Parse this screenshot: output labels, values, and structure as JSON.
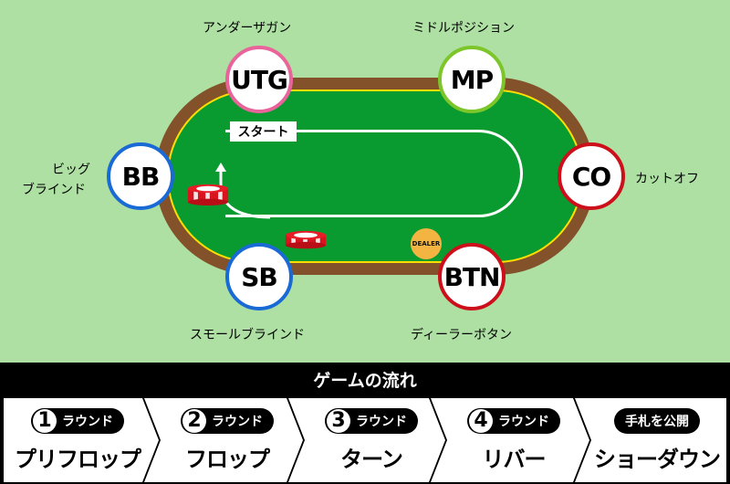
{
  "table": {
    "start_label": "スタート",
    "dealer_chip": "DEALER",
    "colors": {
      "background": "#ade0a2",
      "rail": "#83522b",
      "trim": "#ffde00",
      "felt": "#0a9b30"
    }
  },
  "seats": [
    {
      "code": "UTG",
      "label": "アンダーザガン",
      "color": "#e8649a"
    },
    {
      "code": "MP",
      "label": "ミドルポジション",
      "color": "#7cc62a"
    },
    {
      "code": "CO",
      "label": "カットオフ",
      "color": "#cc0f1a"
    },
    {
      "code": "BTN",
      "label": "ディーラーボタン",
      "color": "#cc0f1a"
    },
    {
      "code": "SB",
      "label": "スモールブラインド",
      "color": "#1a6ad6"
    },
    {
      "code": "BB",
      "label_line1": "ビッグ",
      "label_line2": "ブラインド",
      "color": "#1a6ad6"
    }
  ],
  "flow": {
    "title": "ゲームの流れ",
    "steps": [
      {
        "num": "1",
        "round": "ラウンド",
        "name": "プリフロップ"
      },
      {
        "num": "2",
        "round": "ラウンド",
        "name": "フロップ"
      },
      {
        "num": "3",
        "round": "ラウンド",
        "name": "ターン"
      },
      {
        "num": "4",
        "round": "ラウンド",
        "name": "リバー"
      },
      {
        "badge": "手札を公開",
        "name": "ショーダウン"
      }
    ]
  }
}
